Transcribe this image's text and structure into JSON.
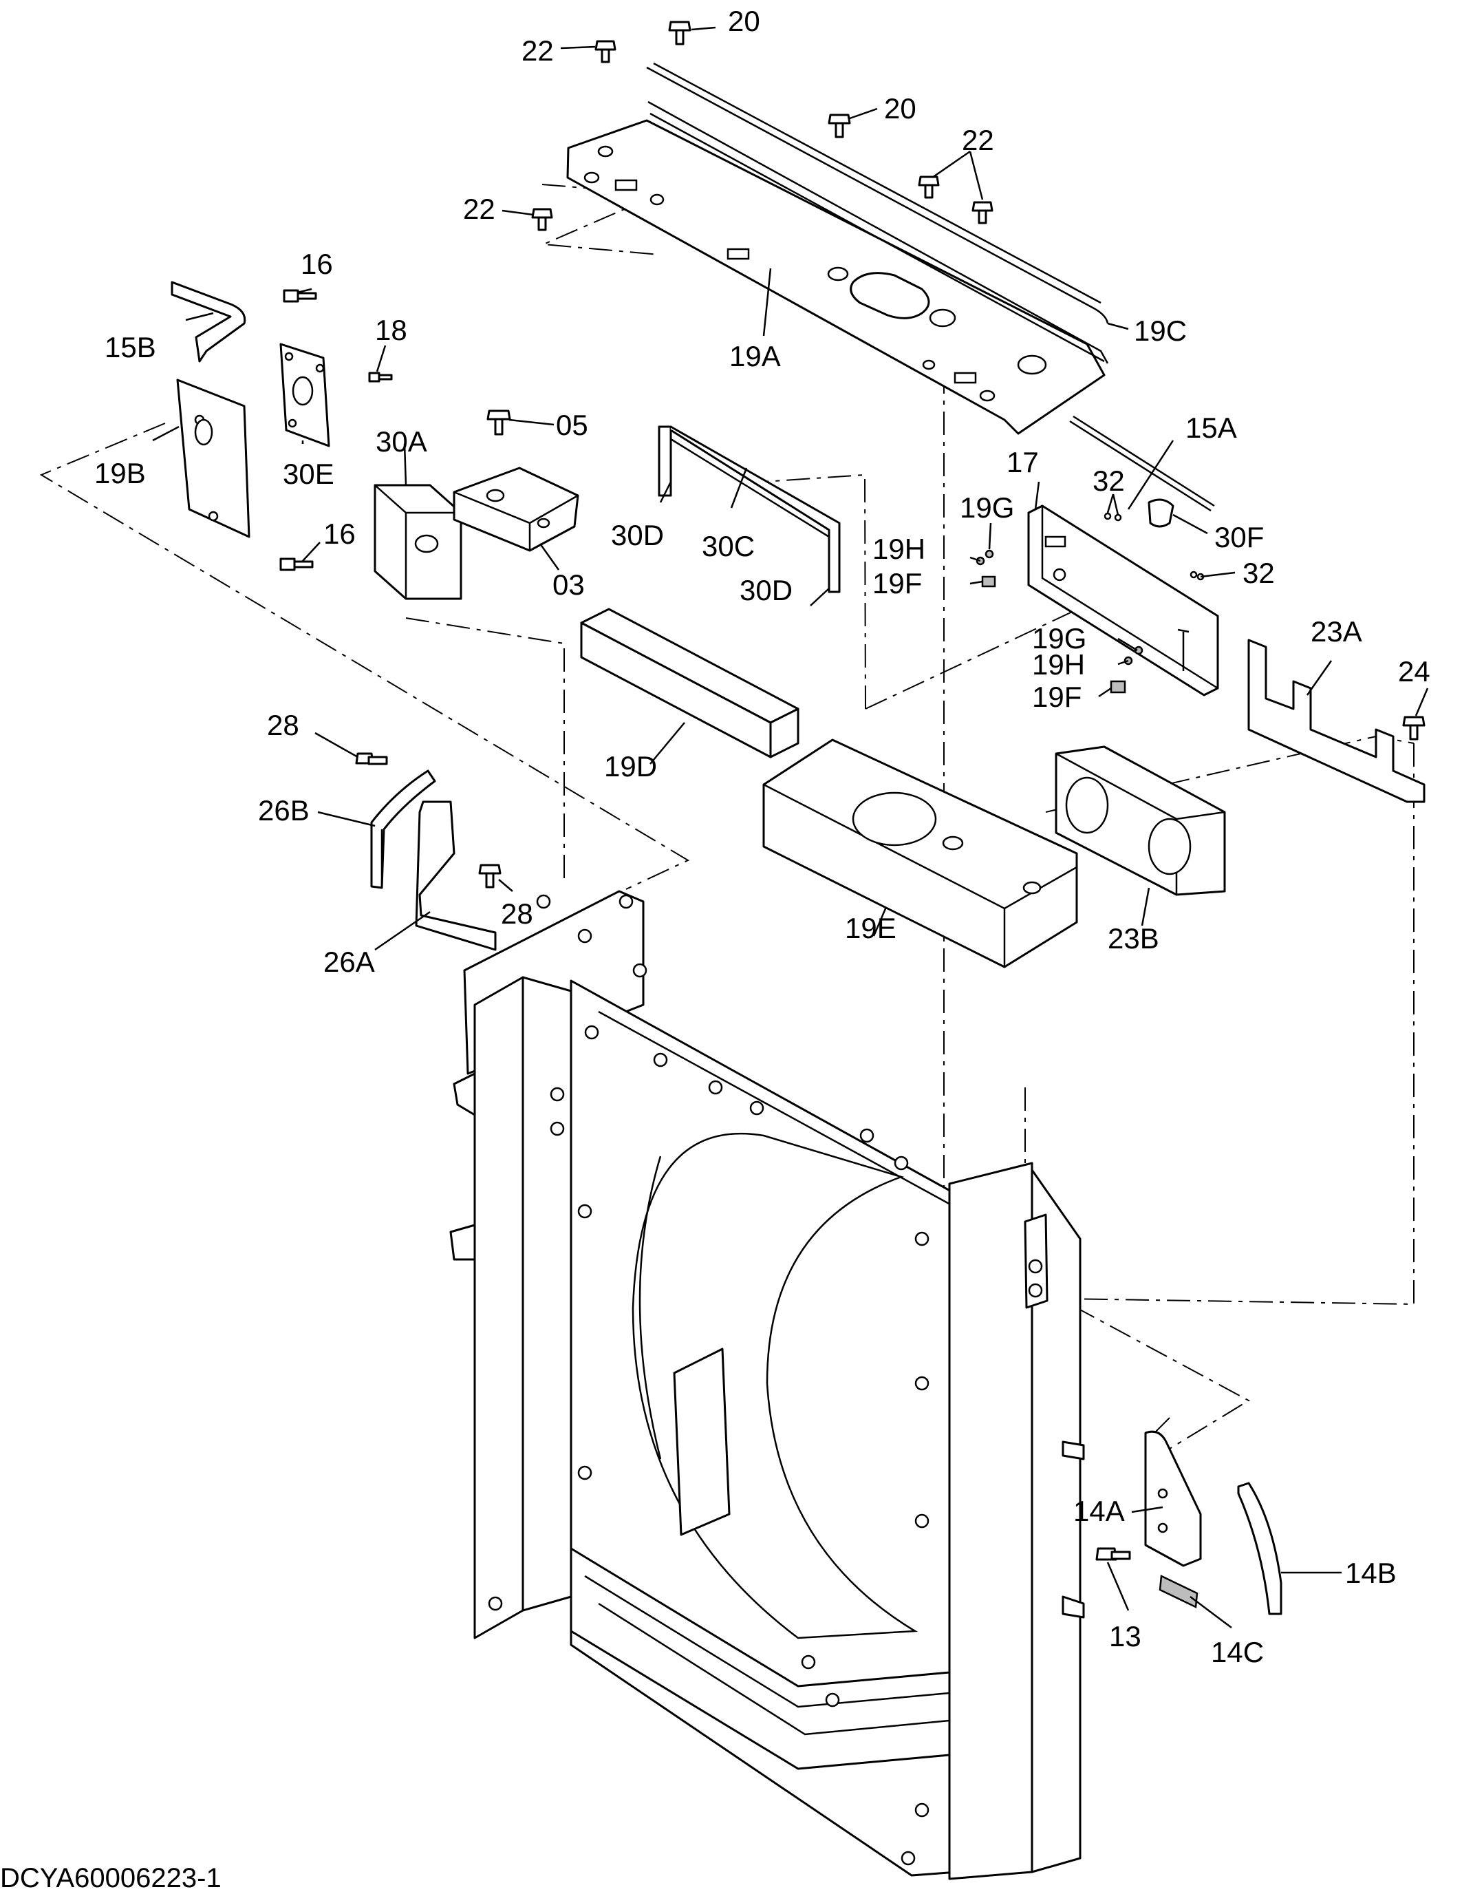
{
  "drawing_id": "DCYA60006223-1",
  "callouts": [
    {
      "id": "c-20a",
      "text": "20"
    },
    {
      "id": "c-22a",
      "text": "22"
    },
    {
      "id": "c-20b",
      "text": "20"
    },
    {
      "id": "c-22b",
      "text": "22"
    },
    {
      "id": "c-22c",
      "text": "22"
    },
    {
      "id": "c-16a",
      "text": "16"
    },
    {
      "id": "c-18",
      "text": "18"
    },
    {
      "id": "c-15b",
      "text": "15B"
    },
    {
      "id": "c-19c",
      "text": "19C"
    },
    {
      "id": "c-19a",
      "text": "19A"
    },
    {
      "id": "c-05",
      "text": "05"
    },
    {
      "id": "c-15a",
      "text": "15A"
    },
    {
      "id": "c-17",
      "text": "17"
    },
    {
      "id": "c-19b",
      "text": "19B"
    },
    {
      "id": "c-30e",
      "text": "30E"
    },
    {
      "id": "c-30a",
      "text": "30A"
    },
    {
      "id": "c-32a",
      "text": "32"
    },
    {
      "id": "c-19g-a",
      "text": "19G"
    },
    {
      "id": "c-30f",
      "text": "30F"
    },
    {
      "id": "c-16b",
      "text": "16"
    },
    {
      "id": "c-30d-a",
      "text": "30D"
    },
    {
      "id": "c-30c",
      "text": "30C"
    },
    {
      "id": "c-19h-a",
      "text": "19H"
    },
    {
      "id": "c-19f-a",
      "text": "19F"
    },
    {
      "id": "c-32b",
      "text": "32"
    },
    {
      "id": "c-03",
      "text": "03"
    },
    {
      "id": "c-30d-b",
      "text": "30D"
    },
    {
      "id": "c-23a",
      "text": "23A"
    },
    {
      "id": "c-19g-b",
      "text": "19G"
    },
    {
      "id": "c-19h-b",
      "text": "19H"
    },
    {
      "id": "c-24",
      "text": "24"
    },
    {
      "id": "c-19f-b",
      "text": "19F"
    },
    {
      "id": "c-28a",
      "text": "28"
    },
    {
      "id": "c-19d",
      "text": "19D"
    },
    {
      "id": "c-26b",
      "text": "26B"
    },
    {
      "id": "c-28b",
      "text": "28"
    },
    {
      "id": "c-19e",
      "text": "19E"
    },
    {
      "id": "c-23b",
      "text": "23B"
    },
    {
      "id": "c-26a",
      "text": "26A"
    },
    {
      "id": "c-14a",
      "text": "14A"
    },
    {
      "id": "c-14b",
      "text": "14B"
    },
    {
      "id": "c-13",
      "text": "13"
    },
    {
      "id": "c-14c",
      "text": "14C"
    }
  ]
}
